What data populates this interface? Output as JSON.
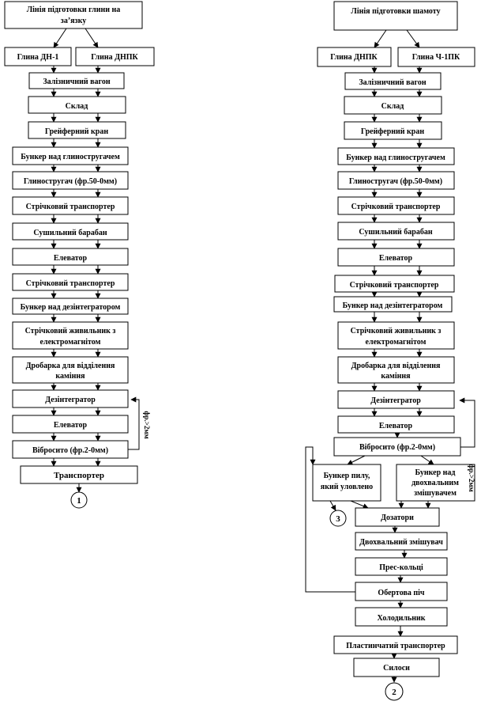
{
  "left": {
    "title": [
      "Лінія підготовки глини на",
      "за’язку"
    ],
    "clay_dn1": "Глина ДН-1",
    "clay_dnpk": "Глина ДНПК",
    "wagon": "Залізничний вагон",
    "warehouse": "Склад",
    "crane": "Грейферний кран",
    "hopper_planer": "Бункер над глиностругачем",
    "planer": "Глиностругач (фр.50-0мм)",
    "belt1": "Стрічковий транспортер",
    "drum": "Сушильний барабан",
    "elevator1": "Елеватор",
    "belt2": "Стрічковий транспортер",
    "hopper_disint": "Бункер над дезінтегратором",
    "magnet": [
      "Стрічковий живильник з",
      "електромагнітом"
    ],
    "crusher": [
      "Дробарка для відділення",
      "каміння"
    ],
    "disintegrator": "Дезінтегратор",
    "elevator2": "Елеватор",
    "vibrosieve": "Вібросито (фр.2-0мм)",
    "transporter": "Транспортер",
    "return_label": "фр.>2мм",
    "connector": "1"
  },
  "right": {
    "title": [
      "Лінія підготовки шамоту"
    ],
    "clay_dnpk": "Глина ДНПК",
    "clay_ch1pk": "Глина Ч-1ПК",
    "wagon": "Залізничний вагон",
    "warehouse": "Склад",
    "crane": "Грейферний кран",
    "hopper_planer": "Бункер над глиностругачем",
    "planer": "Глиностругач (фр.50-0мм)",
    "belt1": "Стрічковий транспортер",
    "drum": "Сушильний барабан",
    "elevator1": "Елеватор",
    "belt2": "Стрічковий транспортер",
    "hopper_disint": "Бункер над дезінтегратором",
    "magnet": [
      "Стрічковий живильник з",
      "електромагнітом"
    ],
    "crusher": [
      "Дробарка для відділення",
      "каміння"
    ],
    "disintegrator": "Дезінтегратор",
    "elevator2": "Елеватор",
    "vibrosieve": "Вібросито (фр.2-0мм)",
    "dust_hopper": [
      "Бункер пилу,",
      "який уловлено"
    ],
    "double_hopper": [
      "Бункер над",
      "двохвальним",
      "змішувачем"
    ],
    "dosers": "Дозатори",
    "mixer": "Двохвальний змішувач",
    "press": "Прес-кольці",
    "kiln": "Обертова піч",
    "cooler": "Холодильник",
    "plate_conveyor": "Пластинчатий транспортер",
    "silos": "Силоси",
    "return_label": "фр.>2мм",
    "connector_dust": "3",
    "connector_out": "2"
  }
}
